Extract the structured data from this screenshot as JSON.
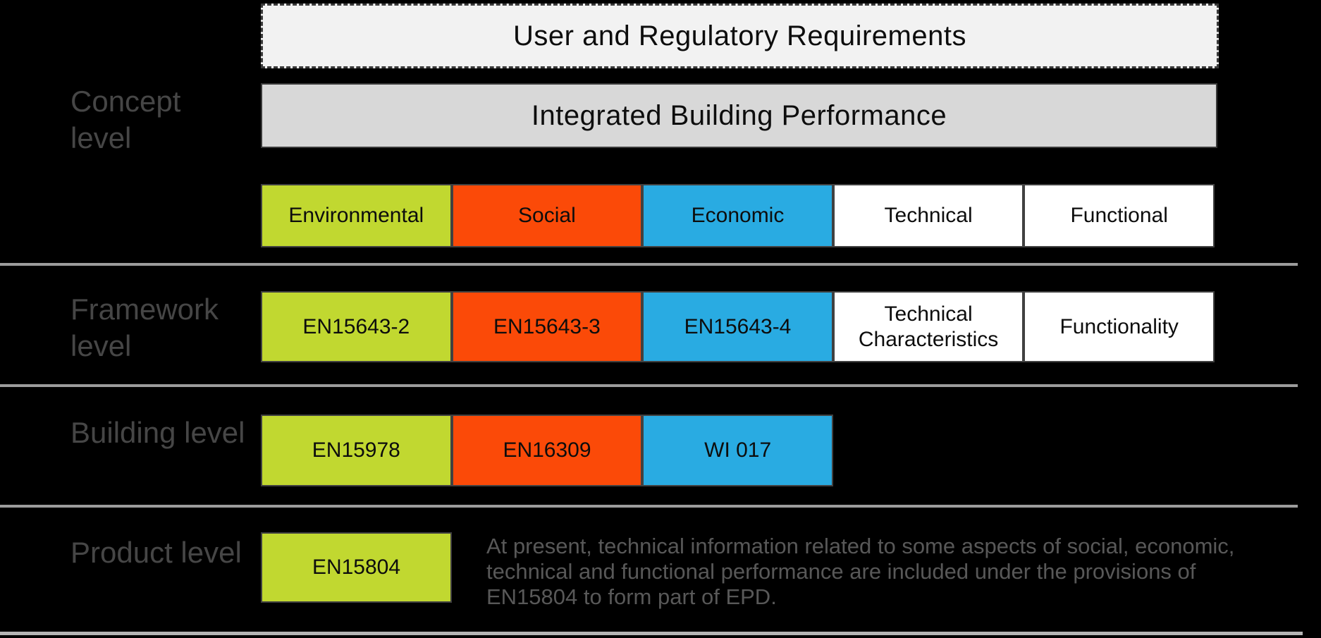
{
  "colors": {
    "background": "#000000",
    "environmental": "#c1d830",
    "social": "#fb4a08",
    "economic": "#29abe2",
    "neutral": "#ffffff",
    "banner_light": "#f2f2f2",
    "banner_gray": "#d8d8d8",
    "divider": "#9c9c9c",
    "divider_bottom": "#b5b5b5",
    "level_label_text": "#464646",
    "note_text": "#585858"
  },
  "banners": {
    "user_requirements": "User and Regulatory Requirements",
    "integrated_performance": "Integrated Building Performance"
  },
  "level_labels": {
    "concept": "Concept level",
    "framework": "Framework level",
    "building": "Building level",
    "product": "Product level"
  },
  "concept_row": {
    "cells": [
      {
        "label": "Environmental",
        "bg": "#c1d830"
      },
      {
        "label": "Social",
        "bg": "#fb4a08"
      },
      {
        "label": "Economic",
        "bg": "#29abe2"
      },
      {
        "label": "Technical",
        "bg": "#ffffff"
      },
      {
        "label": "Functional",
        "bg": "#ffffff"
      }
    ]
  },
  "framework_row": {
    "cells": [
      {
        "label": "EN15643-2",
        "bg": "#c1d830"
      },
      {
        "label": "EN15643-3",
        "bg": "#fb4a08"
      },
      {
        "label": "EN15643-4",
        "bg": "#29abe2"
      },
      {
        "label": "Technical Characteristics",
        "bg": "#ffffff"
      },
      {
        "label": "Functionality",
        "bg": "#ffffff"
      }
    ]
  },
  "building_row": {
    "cells": [
      {
        "label": "EN15978",
        "bg": "#c1d830"
      },
      {
        "label": "EN16309",
        "bg": "#fb4a08"
      },
      {
        "label": "WI 017",
        "bg": "#29abe2"
      }
    ]
  },
  "product_row": {
    "cell": {
      "label": "EN15804",
      "bg": "#c1d830"
    },
    "note": "At present, technical information related to some aspects of social, economic, technical and functional performance are included under the provisions of EN15804 to form part of EPD."
  }
}
